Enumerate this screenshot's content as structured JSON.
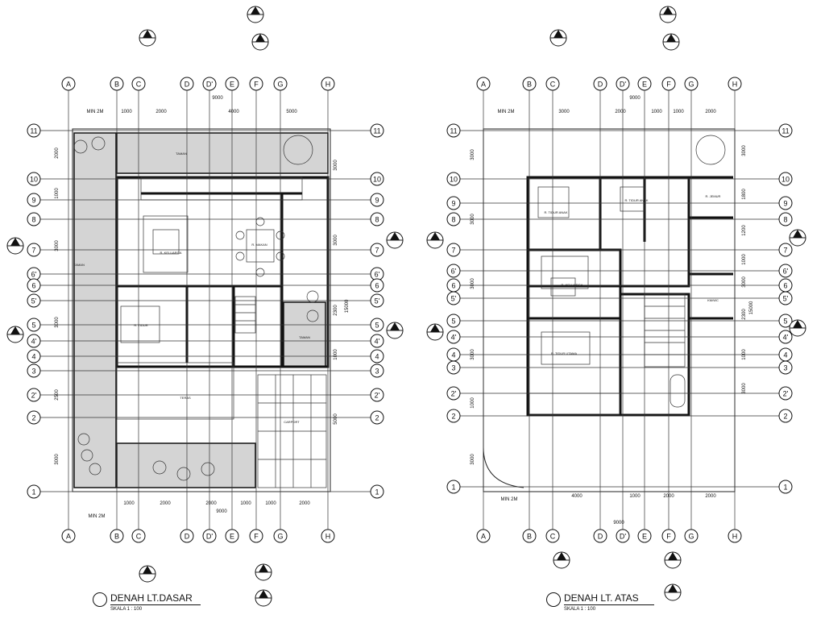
{
  "plans": [
    {
      "title": "DENAH LT.DASAR",
      "scale": "SKALA 1 : 100",
      "grid_cols": [
        "A",
        "B",
        "C",
        "D",
        "D'",
        "E",
        "F",
        "G",
        "H"
      ],
      "grid_rows": [
        "11",
        "10",
        "9",
        "8",
        "7",
        "6'",
        "6",
        "5'",
        "5",
        "4'",
        "4",
        "3",
        "2'",
        "2",
        "1"
      ],
      "top_dims": [
        "MIN 2M",
        "1000",
        "2000",
        "4000",
        "5000"
      ],
      "top_total": "9000",
      "bottom_dims": [
        "1000",
        "2000",
        "2000",
        "1000",
        "1000",
        "2000"
      ],
      "bottom_total": "9000",
      "bottom_min": "MIN 2M",
      "left_dims": [
        "2000",
        "1000",
        "3000",
        "3000",
        "2500",
        "3000"
      ],
      "right_dims": [
        "3000",
        "3000",
        "2300",
        "1000",
        "5000"
      ],
      "right_total": "15000"
    },
    {
      "title": "DENAH LT. ATAS",
      "scale": "SKALA 1 : 100",
      "grid_cols": [
        "A",
        "B",
        "C",
        "D",
        "D'",
        "E",
        "F",
        "G",
        "H"
      ],
      "grid_rows": [
        "11",
        "10",
        "9",
        "8",
        "7",
        "6'",
        "6",
        "5'",
        "5",
        "4'",
        "4",
        "3",
        "2'",
        "2",
        "1"
      ],
      "top_dims": [
        "MIN 2M",
        "3000",
        "2000",
        "1000",
        "1000",
        "2000"
      ],
      "top_total": "9000",
      "bottom_dims": [
        "4000",
        "1000",
        "2000",
        "2000"
      ],
      "bottom_total": "9000",
      "bottom_min": "MIN 2M",
      "left_dims": [
        "3000",
        "3000",
        "3000",
        "3000",
        "1000",
        "3000"
      ],
      "right_dims": [
        "3000",
        "1800",
        "1200",
        "1000",
        "3000",
        "2300",
        "1000",
        "3000"
      ],
      "right_total": "15000"
    }
  ],
  "room_labels": {
    "plan1": [
      "TAMAN",
      "TAMAN",
      "R. KELUARGA",
      "R. MAKAN",
      "R. TIDUR",
      "TAMAN",
      "CARPORT",
      "TERAS"
    ],
    "plan2": [
      "R. TIDUR ANAK",
      "R. TIDUR ANAK",
      "R. KELUARGA",
      "R. TIDUR UTAMA",
      "R. JEMUR",
      "KM/WC"
    ]
  }
}
